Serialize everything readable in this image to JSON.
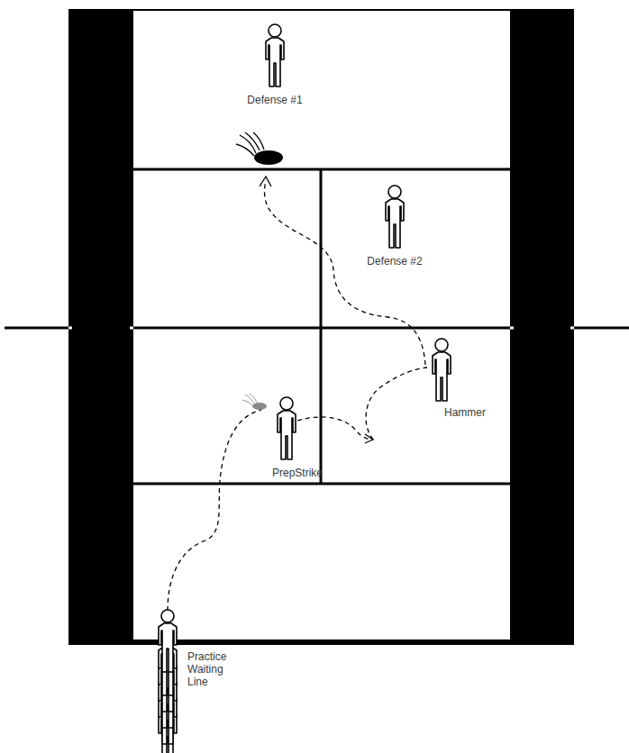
{
  "diagram": {
    "labels": [
      "Defense #1",
      "Defense #2",
      "Hammer",
      "PrepStrike",
      "Practice Waiting Line"
    ]
  }
}
